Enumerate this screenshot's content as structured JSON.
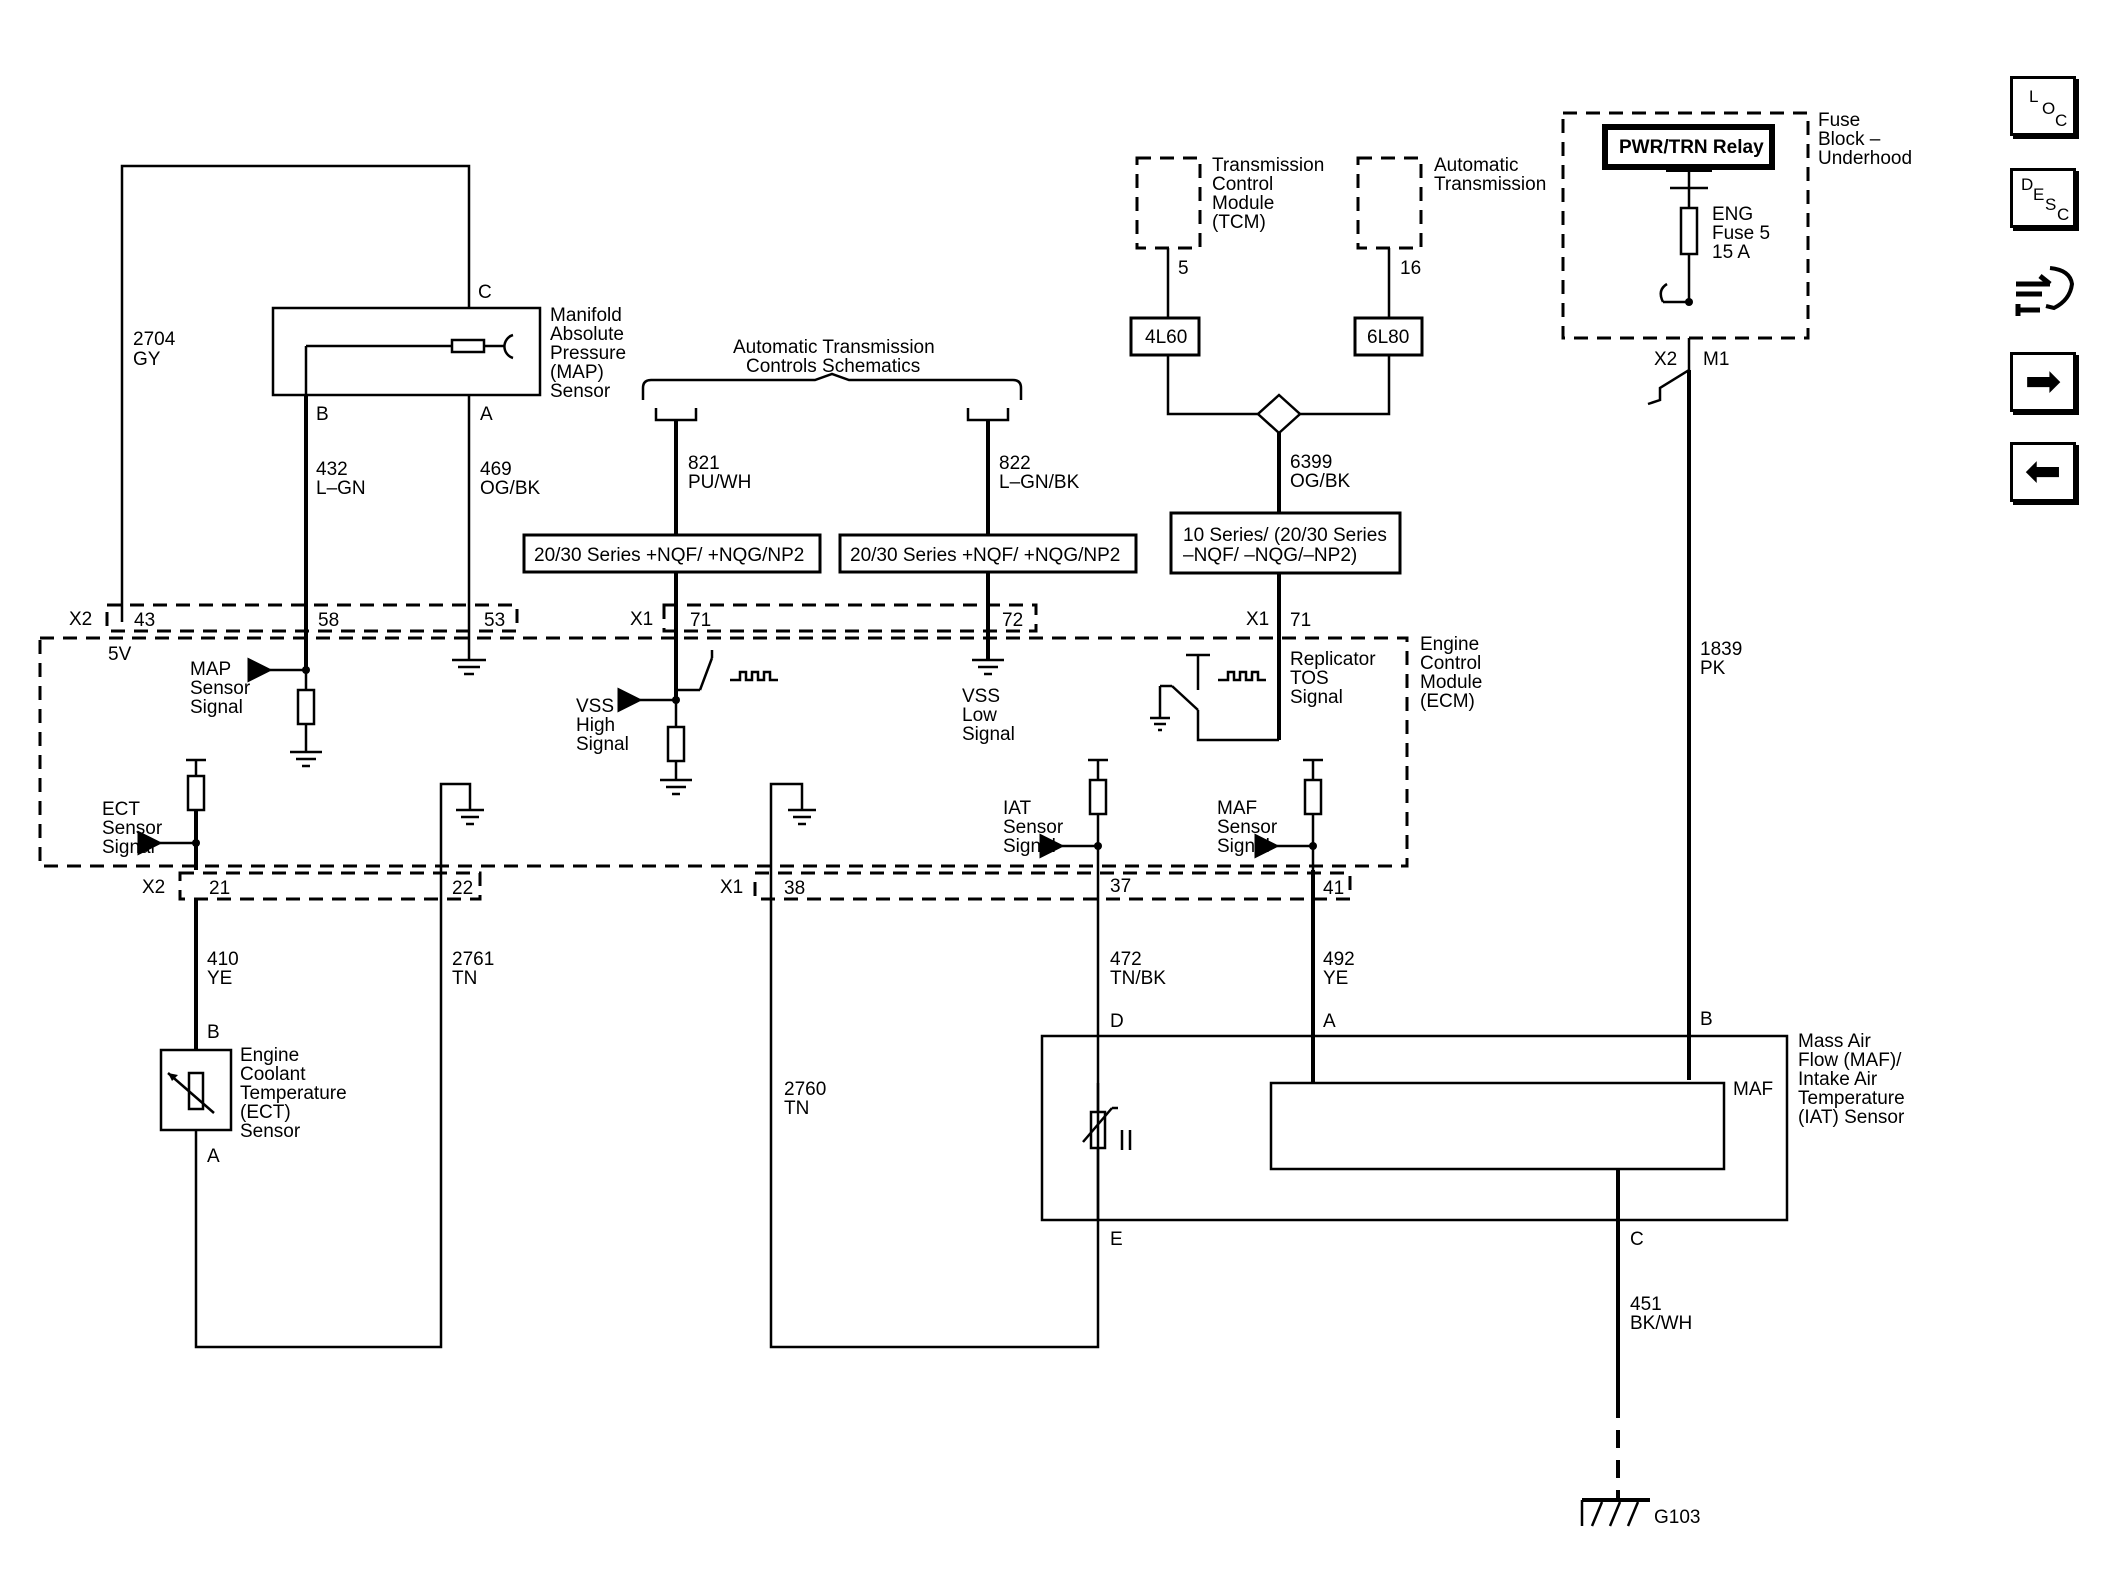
{
  "nav": {
    "loc": {
      "l": "L",
      "o": "O",
      "c": "C"
    },
    "desc": {
      "d": "D",
      "e": "E",
      "s": "S",
      "c": "C"
    },
    "icons": [
      "loc-icon",
      "desc-icon",
      "wrench-icon",
      "next-arrow-icon",
      "prev-arrow-icon"
    ]
  },
  "components": {
    "map_sensor": {
      "line1": "Manifold",
      "line2": "Absolute",
      "line3": "Pressure",
      "line4": "(MAP)",
      "line5": "Sensor",
      "pin_c": "C",
      "pin_b": "B",
      "pin_a": "A"
    },
    "atc_ref": {
      "line1": "Automatic Transmission",
      "line2": "Controls Schematics"
    },
    "tcm": {
      "line1": "Transmission",
      "line2": "Control",
      "line3": "Module",
      "line4": "(TCM)",
      "pin": "5",
      "option": "4L60"
    },
    "auto_trans": {
      "line1": "Automatic",
      "line2": "Transmission",
      "pin": "16",
      "option": "6L80"
    },
    "fuse_block": {
      "line1": "Fuse",
      "line2": "Block –",
      "line3": "Underhood",
      "relay": "PWR/TRN Relay",
      "fuse1": "ENG",
      "fuse2": "Fuse 5",
      "fuse3": "15 A",
      "conn": "X2",
      "pin": "M1"
    },
    "series_opt1": "20/30 Series +NQF/ +NQG/NP2",
    "series_opt2": "20/30 Series +NQF/ +NQG/NP2",
    "series_opt3_l1": "10 Series/ (20/30 Series",
    "series_opt3_l2": "–NQF/ –NQG/–NP2)",
    "ecm": {
      "line1": "Engine",
      "line2": "Control",
      "line3": "Module",
      "line4": "(ECM)"
    },
    "ect_sensor": {
      "line1": "Engine",
      "line2": "Coolant",
      "line3": "Temperature",
      "line4": "(ECT)",
      "line5": "Sensor",
      "pin_b": "B",
      "pin_a": "A"
    },
    "maf_sensor": {
      "line1": "Mass Air",
      "line2": "Flow (MAF)/",
      "line3": "Intake Air",
      "line4": "Temperature",
      "line5": "(IAT) Sensor",
      "maf": "MAF",
      "pin_d": "D",
      "pin_a": "A",
      "pin_b": "B",
      "pin_e": "E",
      "pin_c": "C"
    },
    "ground": "G103"
  },
  "wires": {
    "w2704": {
      "num": "2704",
      "color": "GY"
    },
    "w432": {
      "num": "432",
      "color": "L–GN"
    },
    "w469": {
      "num": "469",
      "color": "OG/BK"
    },
    "w821": {
      "num": "821",
      "color": "PU/WH"
    },
    "w822": {
      "num": "822",
      "color": "L–GN/BK"
    },
    "w6399": {
      "num": "6399",
      "color": "OG/BK"
    },
    "w1839": {
      "num": "1839",
      "color": "PK"
    },
    "w410": {
      "num": "410",
      "color": "YE"
    },
    "w2761": {
      "num": "2761",
      "color": "TN"
    },
    "w2760": {
      "num": "2760",
      "color": "TN"
    },
    "w472": {
      "num": "472",
      "color": "TN/BK"
    },
    "w492": {
      "num": "492",
      "color": "YE"
    },
    "w451": {
      "num": "451",
      "color": "BK/WH"
    }
  },
  "connectors": {
    "top_x2": "X2",
    "p43": "43",
    "p58": "58",
    "p53": "53",
    "top_x1a": "X1",
    "p71a": "71",
    "p72": "72",
    "top_x1b": "X1",
    "p71b": "71",
    "bot_x2": "X2",
    "p21": "21",
    "p22": "22",
    "bot_x1": "X1",
    "p38": "38",
    "p37": "37",
    "p41": "41"
  },
  "signals": {
    "v5": "5V",
    "map_l1": "MAP",
    "map_l2": "Sensor",
    "map_l3": "Signal",
    "vssh_l1": "VSS",
    "vssh_l2": "High",
    "vssh_l3": "Signal",
    "vssl_l1": "VSS",
    "vssl_l2": "Low",
    "vssl_l3": "Signal",
    "rep_l1": "Replicator",
    "rep_l2": "TOS",
    "rep_l3": "Signal",
    "ect_l1": "ECT",
    "ect_l2": "Sensor",
    "ect_l3": "Signal",
    "iat_l1": "IAT",
    "iat_l2": "Sensor",
    "iat_l3": "Signal",
    "maf_l1": "MAF",
    "maf_l2": "Sensor",
    "maf_l3": "Signal"
  }
}
